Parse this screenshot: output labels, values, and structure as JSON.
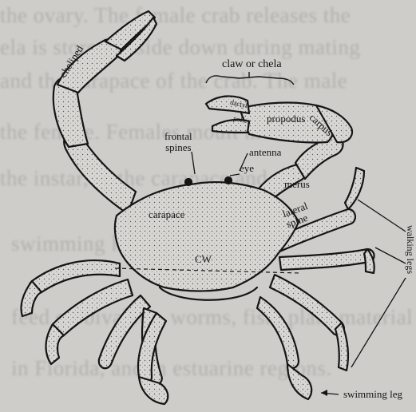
{
  "background_text": [
    "the ovary. The female crab releases the",
    "ela is stored upside down during mating",
    "and the carapace of the crab. The male",
    "the female. Females moult more than",
    "the instar, in the carapace and can",
    "swimming legs",
    "feed on bivalves, worms, fish, plant material",
    "in Florida, and in estuarine regions."
  ],
  "labels": {
    "claw_or_chela": "claw or chela",
    "cheliped": "cheliped",
    "frontal_spines": "frontal\nspines",
    "antenna": "antenna",
    "eye": "eye",
    "dactyl": "dactyl",
    "pollex": "pollex",
    "propodus": "propodus",
    "carpus": "carpus",
    "merus": "merus",
    "carapace": "carapace",
    "lateral_spine": "lateral\nspine",
    "cw": "CW",
    "walking_legs": "walking legs",
    "swimming leg": "swimming leg"
  },
  "colors": {
    "paper": "#cfcdca",
    "ink": "#151515",
    "ghost_text": "#9c9a97"
  }
}
